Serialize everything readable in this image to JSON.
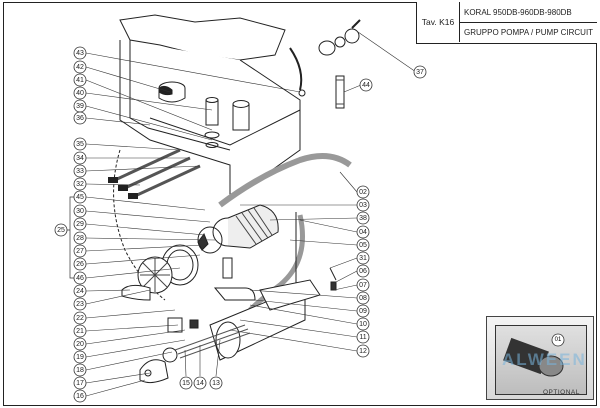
{
  "title_block": {
    "table_ref": "Tav. K16",
    "model": "KORAL 950DB-960DB-980DB",
    "group": "GRUPPO POMPA / PUMP CIRCUIT"
  },
  "optional_inset": {
    "label": "OPTIONAL",
    "callout": "01",
    "watermark": "ALWEEN"
  },
  "callouts_left": [
    "43",
    "42",
    "41",
    "40",
    "39",
    "36",
    "35",
    "34",
    "33",
    "32",
    "45",
    "30",
    "29",
    "28",
    "27",
    "26",
    "46",
    "24",
    "23",
    "22",
    "21",
    "20",
    "19",
    "18",
    "17",
    "16"
  ],
  "group_bracket": {
    "label": "25",
    "members": [
      "45",
      "30",
      "29",
      "28",
      "27",
      "26",
      "46"
    ]
  },
  "callouts_right": [
    "02",
    "03",
    "38",
    "04",
    "05",
    "31",
    "06",
    "07",
    "08",
    "09",
    "10",
    "11",
    "12"
  ],
  "callouts_bottom": [
    "15",
    "14",
    "13"
  ],
  "callouts_top": [
    "37",
    "44"
  ]
}
